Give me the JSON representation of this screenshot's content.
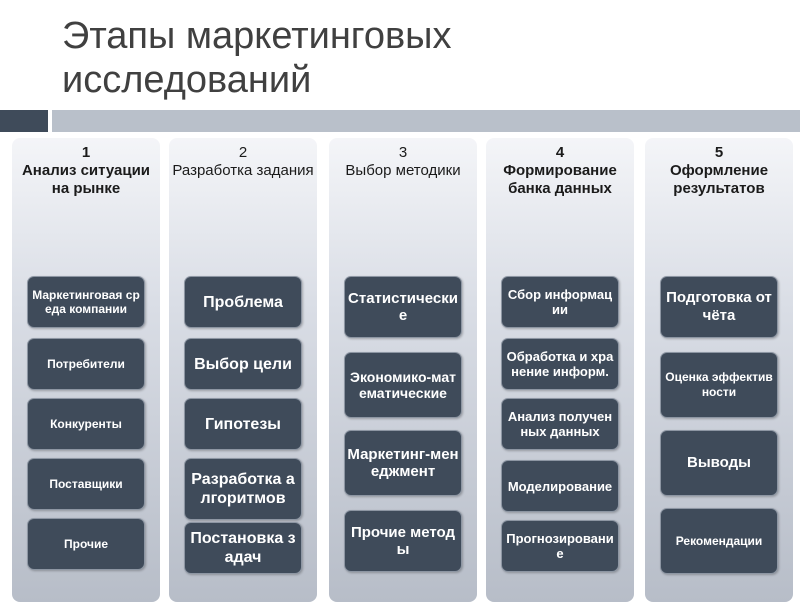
{
  "title": "Этапы маркетинговых исследований",
  "columns": [
    {
      "number": "1",
      "label": "Анализ ситуации на рынке",
      "items": [
        "Маркетинговая среда компании",
        "Потребители",
        "Конкуренты",
        "Поставщики",
        "Прочие"
      ]
    },
    {
      "number": "2",
      "label": "Разработка задания",
      "items": [
        "Проблема",
        "Выбор цели",
        "Гипотезы",
        "Разработка алгоритмов",
        "Постановка задач"
      ]
    },
    {
      "number": "3",
      "label": "Выбор методики",
      "items": [
        "Статистические",
        "Экономико-математические",
        "Маркетинг-менеджмент",
        "Прочие методы"
      ]
    },
    {
      "number": "4",
      "label": "Формирование банка данных",
      "items": [
        "Сбор информации",
        "Обработка и хранение информ.",
        "Анализ полученных данных",
        "Моделирование",
        "Прогнозирование"
      ]
    },
    {
      "number": "5",
      "label": "Оформление результатов",
      "items": [
        "Подготовка отчёта",
        "Оценка эффективности",
        "Выводы",
        "Рекомендации"
      ]
    }
  ],
  "colors": {
    "box_fill": "#3f4b5a",
    "column_top": "#f4f5f8",
    "column_bottom": "#b7bdc8",
    "title_text": "#404040",
    "rule_light": "#b9c0ca"
  }
}
